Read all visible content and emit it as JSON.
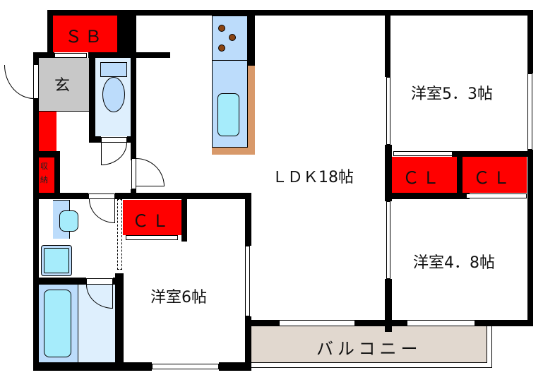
{
  "floorplan": {
    "colors": {
      "wall": "#000000",
      "storage": "#ff0000",
      "entrance": "#c8c8c8",
      "wet_area": "#deeffd",
      "fixture": "#bcdcfb",
      "fixture_inner": "#a6ecfb",
      "counter_edge": "#d8996a",
      "burner": "#8b4513",
      "balcony": "#e1d8cf"
    },
    "rooms": {
      "sb": {
        "label": "ＳＢ"
      },
      "genkan": {
        "label": "玄"
      },
      "shuno": {
        "label_line1": "収",
        "label_line2": "納"
      },
      "ldk": {
        "label": "ＬＤＫ18帖"
      },
      "room_53": {
        "label": "洋室5．3帖"
      },
      "room_48": {
        "label": "洋室4．8帖"
      },
      "room_6": {
        "label": "洋室6帖"
      },
      "cl_room6": {
        "label": "ＣＬ"
      },
      "cl_room53": {
        "label": "ＣＬ"
      },
      "cl_room48": {
        "label": "ＣＬ"
      },
      "balcony": {
        "label": "バルコニー"
      }
    }
  }
}
